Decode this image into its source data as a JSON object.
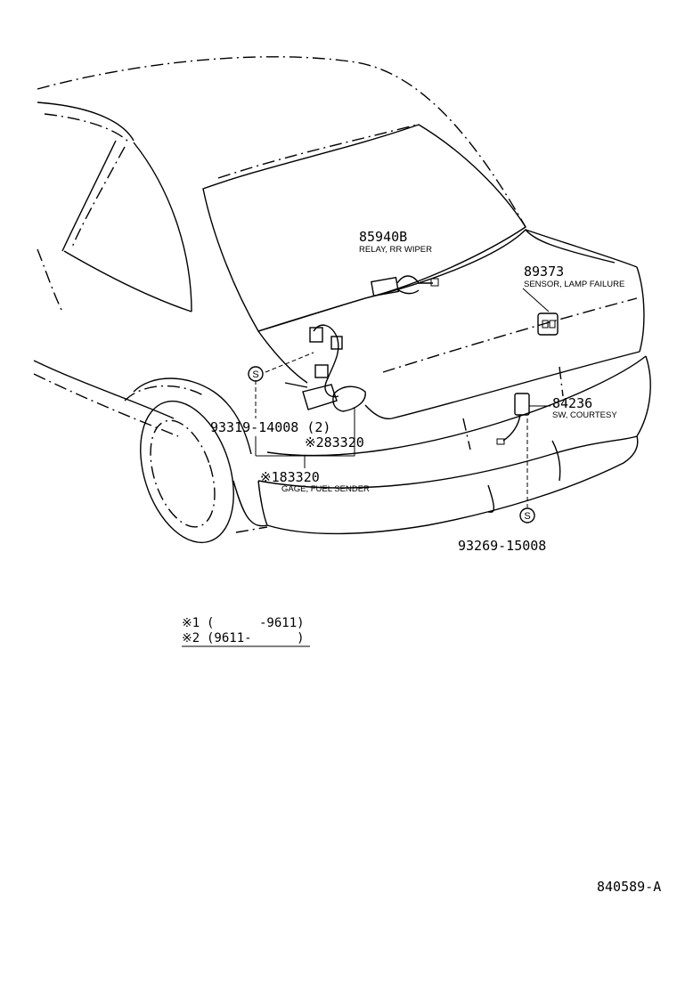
{
  "parts": [
    {
      "number": "85940B",
      "name": "RELAY, RR WIPER"
    },
    {
      "number": "89373",
      "name": "SENSOR, LAMP FAILURE"
    },
    {
      "number": "84236",
      "name": "SW, COURTESY"
    },
    {
      "number": "93319-14008 (2)",
      "name": ""
    },
    {
      "number": "※283320",
      "name": ""
    },
    {
      "number": "※183320",
      "name": "GAGE, FUEL SENDER"
    },
    {
      "number": "93269-15008",
      "name": ""
    }
  ],
  "screw_symbol": "S",
  "legend": {
    "row1_mark": "※1",
    "row1_range": "(      -9611)",
    "row2_mark": "※2",
    "row2_range": "(9611-      )"
  },
  "drawing_id": "840589-A"
}
